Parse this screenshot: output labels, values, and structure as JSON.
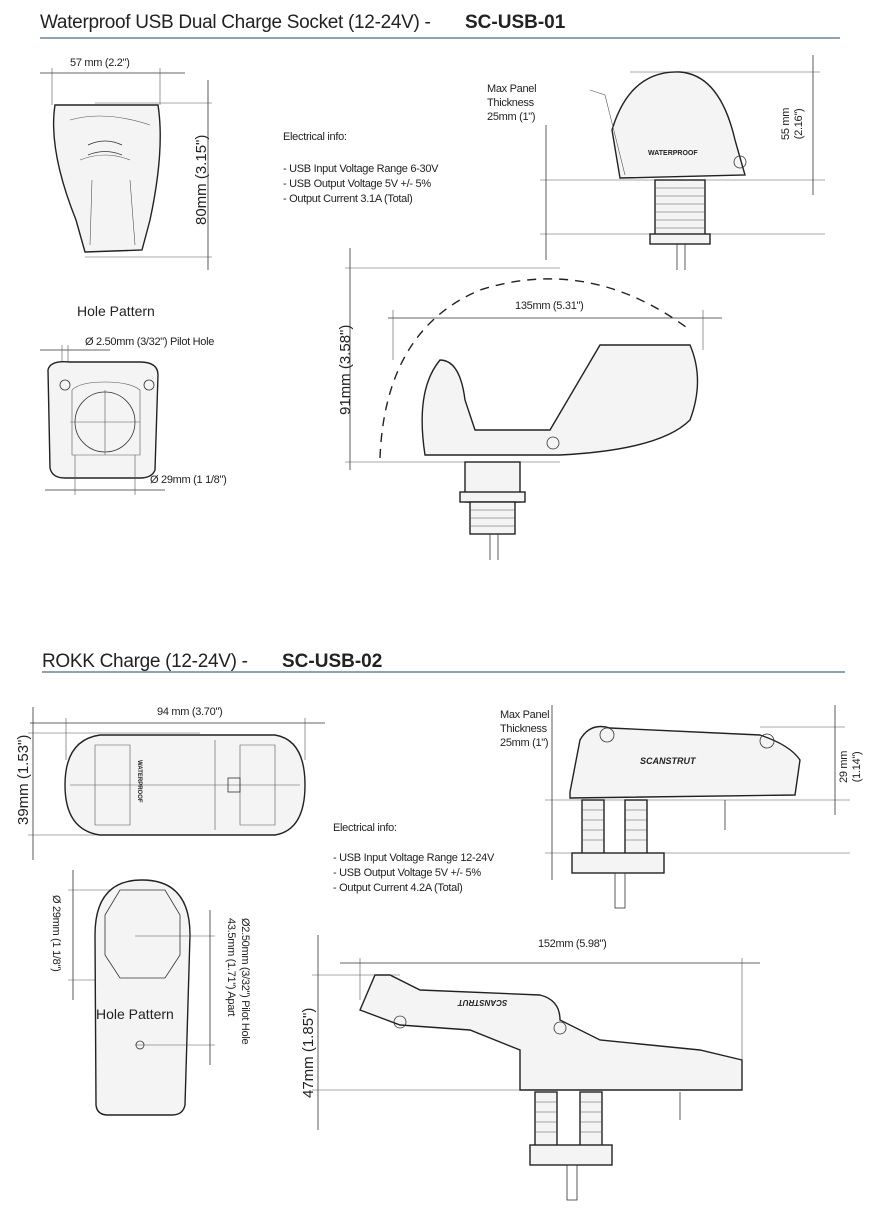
{
  "section1": {
    "title": "Waterproof USB Dual Charge Socket (12-24V) -",
    "code": "SC-USB-01",
    "width_dim": "57 mm (2.2\")",
    "height_dim": "80mm (3.15\")",
    "side_height_dim_line1": "55 mm",
    "side_height_dim_line2": "(2.16\")",
    "max_panel": [
      "Max Panel",
      "Thickness",
      "25mm (1\")"
    ],
    "electrical_title": "Electrical info:",
    "electrical_lines": [
      "- USB Input Voltage Range 6-30V",
      "- USB Output Voltage 5V +/-  5%",
      "- Output Current 3.1A (Total)"
    ],
    "device_label": "WATERPROOF",
    "hole_pattern_title": "Hole Pattern",
    "pilot_hole": "Ø 2.50mm (3/32\") Pilot Hole",
    "hole_dim": "Ø 29mm (1 1/8\")",
    "open_width_dim": "135mm (5.31\")",
    "open_height_dim": "91mm (3.58\")"
  },
  "section2": {
    "title": "ROKK Charge   (12-24V) -",
    "code": "SC-USB-02",
    "width_dim": "94 mm (3.70\")",
    "height_dim": "39mm (1.53\")",
    "side_height_dim_line1": "29 mm",
    "side_height_dim_line2": "(1.14\")",
    "max_panel": [
      "Max Panel",
      "Thickness",
      "25mm (1\")"
    ],
    "electrical_title": "Electrical info:",
    "electrical_lines": [
      "- USB Input Voltage Range 12-24V",
      "- USB Output Voltage 5V +/-  5%",
      "- Output Current 4.2A (Total)"
    ],
    "device_label": "WATERPROOF",
    "brand_label": "SCANSTRUT",
    "hole_pattern_title": "Hole Pattern",
    "hole_dim": "Ø 29mm (1 1/8\")",
    "pilot_hole_line1": "Ø2.50mm (3/32\") Pilot Hole",
    "pilot_hole_line2": "43.5mm (1.71\") Apart",
    "open_width_dim": "152mm (5.98\")",
    "open_height_dim": "47mm (1.85\")"
  },
  "colors": {
    "rule": "#8fa3b3",
    "line": "#222222"
  }
}
